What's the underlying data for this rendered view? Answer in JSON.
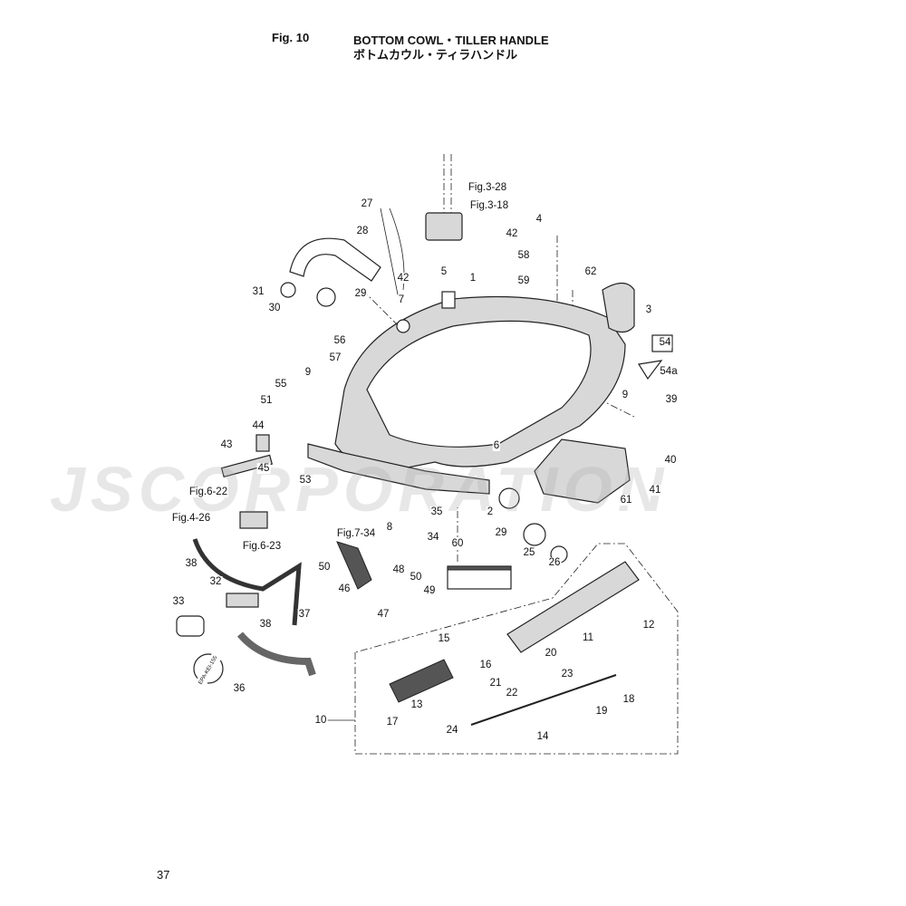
{
  "header": {
    "fig_number": "Fig. 10",
    "title_en": "BOTTOM COWL・TILLER HANDLE",
    "title_ja": "ボトムカウル・ティラハンドル"
  },
  "watermark": "JSCORPORATION",
  "page_number": "37",
  "callouts": [
    {
      "id": "c27",
      "text": "27"
    },
    {
      "id": "f328",
      "text": "Fig.3-28"
    },
    {
      "id": "f318",
      "text": "Fig.3-18"
    },
    {
      "id": "c42a",
      "text": "42"
    },
    {
      "id": "c4",
      "text": "4"
    },
    {
      "id": "c28",
      "text": "28"
    },
    {
      "id": "c58",
      "text": "58"
    },
    {
      "id": "c62",
      "text": "62"
    },
    {
      "id": "c42b",
      "text": "42"
    },
    {
      "id": "c5",
      "text": "5"
    },
    {
      "id": "c1",
      "text": "1"
    },
    {
      "id": "c59",
      "text": "59"
    },
    {
      "id": "c31",
      "text": "31"
    },
    {
      "id": "c29a",
      "text": "29"
    },
    {
      "id": "c30",
      "text": "30"
    },
    {
      "id": "c3",
      "text": "3"
    },
    {
      "id": "c7",
      "text": "7"
    },
    {
      "id": "c56",
      "text": "56"
    },
    {
      "id": "c54",
      "text": "54"
    },
    {
      "id": "c57",
      "text": "57"
    },
    {
      "id": "c54a",
      "text": "54a"
    },
    {
      "id": "c9a",
      "text": "9"
    },
    {
      "id": "c9b",
      "text": "9"
    },
    {
      "id": "c39",
      "text": "39"
    },
    {
      "id": "c55",
      "text": "55"
    },
    {
      "id": "c51",
      "text": "51"
    },
    {
      "id": "c44",
      "text": "44"
    },
    {
      "id": "c43",
      "text": "43"
    },
    {
      "id": "c45",
      "text": "45"
    },
    {
      "id": "c40",
      "text": "40"
    },
    {
      "id": "c53",
      "text": "53"
    },
    {
      "id": "c41",
      "text": "41"
    },
    {
      "id": "f622",
      "text": "Fig.6-22"
    },
    {
      "id": "c2",
      "text": "2"
    },
    {
      "id": "c6",
      "text": "6"
    },
    {
      "id": "c8",
      "text": "8"
    },
    {
      "id": "c35",
      "text": "35"
    },
    {
      "id": "c29b",
      "text": "29"
    },
    {
      "id": "c61",
      "text": "61"
    },
    {
      "id": "c25",
      "text": "25"
    },
    {
      "id": "c34",
      "text": "34"
    },
    {
      "id": "c26",
      "text": "26"
    },
    {
      "id": "f426",
      "text": "Fig.4-26"
    },
    {
      "id": "f623",
      "text": "Fig.6-23"
    },
    {
      "id": "f734",
      "text": "Fig.7-34"
    },
    {
      "id": "c60",
      "text": "60"
    },
    {
      "id": "c50a",
      "text": "50"
    },
    {
      "id": "c38a",
      "text": "38"
    },
    {
      "id": "c48",
      "text": "48"
    },
    {
      "id": "c50b",
      "text": "50"
    },
    {
      "id": "c32",
      "text": "32"
    },
    {
      "id": "c49",
      "text": "49"
    },
    {
      "id": "c46",
      "text": "46"
    },
    {
      "id": "c33",
      "text": "33"
    },
    {
      "id": "c38b",
      "text": "38"
    },
    {
      "id": "c37",
      "text": "37"
    },
    {
      "id": "c47",
      "text": "47"
    },
    {
      "id": "c11",
      "text": "11"
    },
    {
      "id": "c12",
      "text": "12"
    },
    {
      "id": "c15",
      "text": "15"
    },
    {
      "id": "c16",
      "text": "16"
    },
    {
      "id": "c20",
      "text": "20"
    },
    {
      "id": "c21",
      "text": "21"
    },
    {
      "id": "c22",
      "text": "22"
    },
    {
      "id": "c23",
      "text": "23"
    },
    {
      "id": "c18",
      "text": "18"
    },
    {
      "id": "c19",
      "text": "19"
    },
    {
      "id": "c10",
      "text": "10"
    },
    {
      "id": "c36",
      "text": "36"
    },
    {
      "id": "c13",
      "text": "13"
    },
    {
      "id": "c17",
      "text": "17"
    },
    {
      "id": "c24",
      "text": "24"
    },
    {
      "id": "c14",
      "text": "14"
    }
  ],
  "key_tag_text": "EPA-KEI-155"
}
